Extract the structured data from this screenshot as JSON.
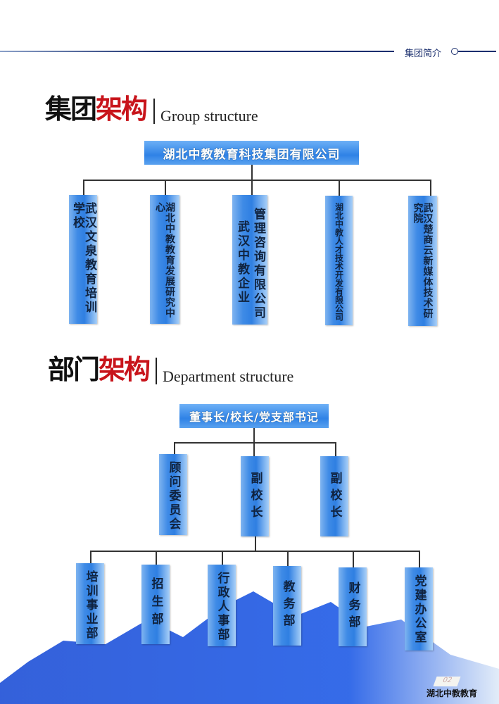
{
  "header": {
    "section_label": "集团简介"
  },
  "group": {
    "title_black": "集团",
    "title_red": "架构",
    "title_en": "Group structure",
    "root": "湖北中教教育科技集团有限公司",
    "children": [
      {
        "label": "武汉文泉教育培训学校"
      },
      {
        "label": "湖北中教教育发展研究中心"
      },
      {
        "label_col1": "武汉中教企业",
        "label_col2": "管理咨询有限公司"
      },
      {
        "label": "湖北中教人才技术开发有限公司"
      },
      {
        "label": "武汉楚商云新媒体技术研究院"
      }
    ]
  },
  "department": {
    "title_black": "部门",
    "title_red": "架构",
    "title_en": "Department structure",
    "root": "董事长/校长/党支部书记",
    "level2": [
      "顾问委员会",
      "副校长",
      "副校长"
    ],
    "level3": [
      "培训事业部",
      "招生部",
      "行政人事部",
      "教务部",
      "财务部",
      "党建办公室"
    ]
  },
  "footer": {
    "page_number": "02",
    "brand": "湖北中教教育"
  }
}
